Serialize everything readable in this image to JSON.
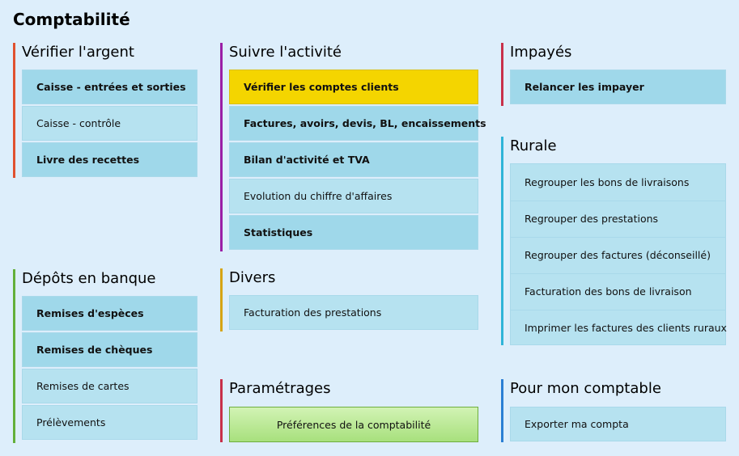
{
  "page_title": "Comptabilité",
  "colors": {
    "background": "#ddeefb",
    "button_bold": "#9fd8ea",
    "button_light": "#b6e2f0",
    "highlight_yellow": "#f4d500",
    "preferences_green": "#a8e07d",
    "bar_verifier": "#e0512f",
    "bar_suivre": "#9b1fa6",
    "bar_impayes": "#c8304a",
    "bar_rurale": "#2fb4d8",
    "bar_depots": "#63b03a",
    "bar_divers": "#d6a414",
    "bar_parametrages": "#c8304a",
    "bar_comptable": "#2b7fd4"
  },
  "verifier": {
    "title": "Vérifier l'argent",
    "items": [
      "Caisse - entrées et sorties",
      "Caisse - contrôle",
      "Livre des recettes"
    ]
  },
  "depots": {
    "title": "Dépôts en banque",
    "items": [
      "Remises d'espèces",
      "Remises de chèques",
      "Remises de cartes",
      "Prélèvements"
    ]
  },
  "suivre": {
    "title": "Suivre l'activité",
    "items": [
      "Vérifier les comptes clients",
      "Factures, avoirs, devis, BL, encaissements",
      "Bilan d'activité et TVA",
      "Evolution du chiffre d'affaires",
      "Statistiques"
    ]
  },
  "divers": {
    "title": "Divers",
    "items": [
      "Facturation des prestations"
    ]
  },
  "parametrages": {
    "title": "Paramétrages",
    "items": [
      "Préférences de la comptabilité"
    ]
  },
  "impayes": {
    "title": "Impayés",
    "items": [
      "Relancer les impayer"
    ]
  },
  "rurale": {
    "title": "Rurale",
    "items": [
      "Regrouper les bons de livraisons",
      "Regrouper des prestations",
      "Regrouper des factures (déconseillé)",
      "Facturation des bons de livraison",
      "Imprimer les factures des clients ruraux"
    ]
  },
  "comptable": {
    "title": "Pour mon comptable",
    "items": [
      "Exporter ma compta"
    ]
  }
}
